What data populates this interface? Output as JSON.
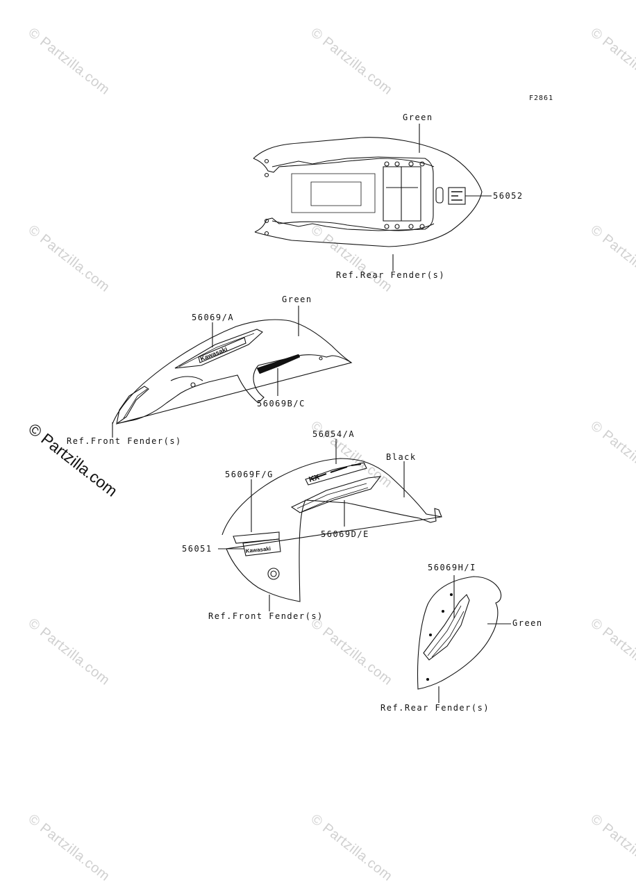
{
  "figure_code": "F2861",
  "watermark": {
    "text": "© Partzilla.com",
    "prominent_text": "© Partzilla.com"
  },
  "labels": {
    "rear_seat_green": "Green",
    "part_56052": "56052",
    "rear_fender_ref_1": "Ref.Rear Fender(s)",
    "front_green": "Green",
    "part_56069A": "56069/A",
    "part_56069BC": "56069B/C",
    "front_fender_ref_1": "Ref.Front Fender(s)",
    "part_56054A": "56054/A",
    "black": "Black",
    "part_56069FG": "56069F/G",
    "part_56069DE": "56069D/E",
    "part_56051": "56051",
    "front_fender_ref_2": "Ref.Front Fender(s)",
    "part_56069HI": "56069H/I",
    "rear_green": "Green",
    "rear_fender_ref_2": "Ref.Rear Fender(s)"
  },
  "decals": {
    "logo_1": "Kawasaki",
    "logo_2": "KX",
    "logo_3": "Kawasaki"
  },
  "colors": {
    "line": "#111111",
    "watermark": "#d0d0d0"
  }
}
